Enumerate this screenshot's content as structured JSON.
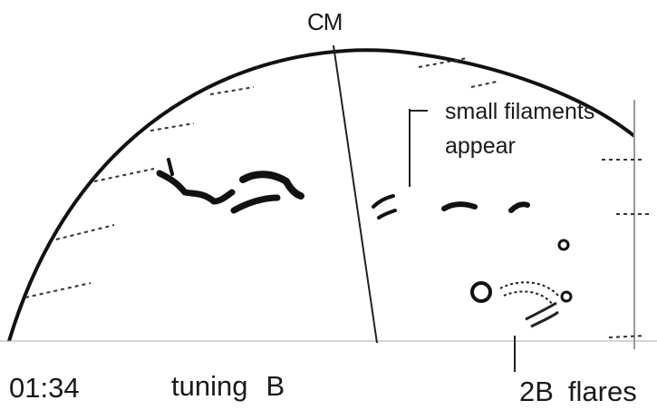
{
  "labels": {
    "central_meridian": "CM",
    "annotation_line1": "small filaments",
    "annotation_line2": "appear",
    "time": "01:34",
    "tuning_text": "tuning",
    "tuning_letter": "B",
    "flare_class": "2B",
    "flares_text": "flares"
  },
  "colors": {
    "ink": "#111111",
    "text": "#1a1a1a",
    "background": "#ffffff"
  }
}
